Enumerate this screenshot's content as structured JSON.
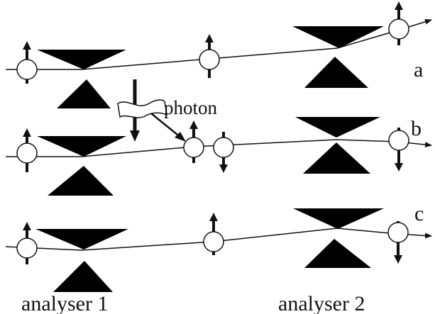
{
  "rows": [
    {
      "id": "a",
      "label": "a"
    },
    {
      "id": "b",
      "label": "b"
    },
    {
      "id": "c",
      "label": "c"
    }
  ],
  "photon_label": "photon",
  "analyser_labels": [
    "analyser 1",
    "analyser 2"
  ]
}
